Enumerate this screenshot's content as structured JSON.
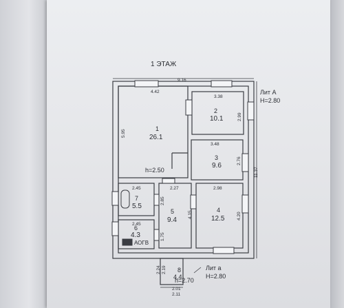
{
  "floor_title": "1 ЭТАЖ",
  "lit_a": {
    "label": "Лит А",
    "height": "H=2.80"
  },
  "lit_small_a": {
    "label": "Лит а",
    "height": "H=2.80"
  },
  "height_main": "h=2.50",
  "height_porch": "h=2.70",
  "gas_unit": "АОГВ",
  "dims": {
    "overall_width": "9.16",
    "overall_length": "11.37",
    "r1_top": "4.42",
    "r1_side": "5.95",
    "r2_top": "3.38",
    "r2_side": "2.99",
    "r3_top": "3.48",
    "r3_side": "2.76",
    "r7_top": "2.45",
    "r5_top": "2.27",
    "r4_top": "2.98",
    "r5_left": "2.85",
    "r5_right": "4.15",
    "r4_right": "4.20",
    "r6_top": "2.45",
    "r6_side": "1.75",
    "p_left1": "2.24",
    "p_left2": "2.19",
    "p_bot1": "2.01",
    "p_bot2": "2.11"
  },
  "rooms": [
    {
      "num": "1",
      "area": "26.1"
    },
    {
      "num": "2",
      "area": "10.1"
    },
    {
      "num": "3",
      "area": "9.6"
    },
    {
      "num": "4",
      "area": "12.5"
    },
    {
      "num": "5",
      "area": "9.4"
    },
    {
      "num": "6",
      "area": "4.3"
    },
    {
      "num": "7",
      "area": "5.5"
    },
    {
      "num": "8",
      "area": "4.4"
    }
  ]
}
